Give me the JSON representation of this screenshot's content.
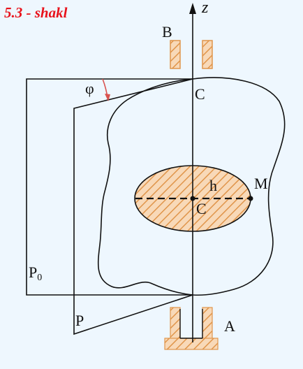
{
  "figure_label": "5.3 - shakl",
  "labels": {
    "axis_z": "z",
    "bearing_top": "B",
    "bearing_bottom": "A",
    "angle": "φ",
    "point_top": "C",
    "center": "C",
    "distance": "h",
    "point_m": "M",
    "plane_initial": "P",
    "plane_initial_sub": "0",
    "plane_rotated": "P"
  },
  "colors": {
    "background": "#eef7fe",
    "ink": "#111111",
    "hatch": "#e0954a",
    "hatch_fill": "#f8d9b8",
    "accent_red": "#e8121b",
    "angle_arrow": "#d9534f"
  }
}
